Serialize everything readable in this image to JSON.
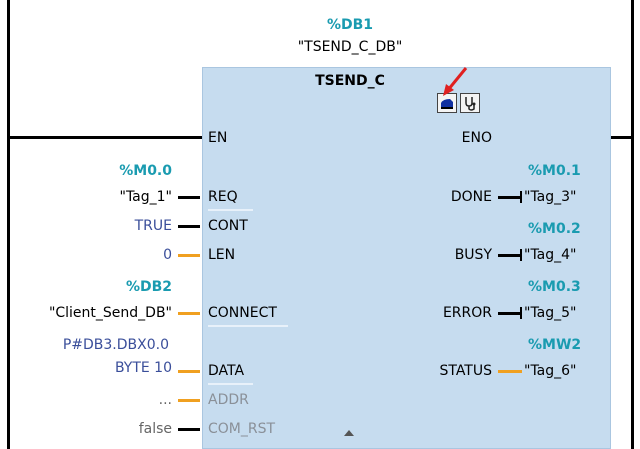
{
  "instance": {
    "address": "%DB1",
    "name": "\"TSEND_C_DB\""
  },
  "block": {
    "title": "TSEND_C",
    "icons": [
      "block-load-icon",
      "diagnostics-stethoscope-icon"
    ]
  },
  "colors": {
    "address": "#1a9bb0",
    "constant": "#3a4e9a",
    "block_bg": "#c6dcef",
    "wire_orange": "#f0a020"
  },
  "inputs": [
    {
      "pin": "EN"
    },
    {
      "pin": "REQ",
      "address": "%M0.0",
      "tag": "\"Tag_1\""
    },
    {
      "pin": "CONT",
      "value": "TRUE"
    },
    {
      "pin": "LEN",
      "value": "0"
    },
    {
      "pin": "CONNECT",
      "address": "%DB2",
      "tag": "\"Client_Send_DB\""
    },
    {
      "pin": "DATA",
      "value_line1": "P#DB3.DBX0.0",
      "value_line2": "BYTE 10"
    },
    {
      "pin": "ADDR",
      "value": "..."
    },
    {
      "pin": "COM_RST",
      "value": "false"
    }
  ],
  "outputs": [
    {
      "pin": "ENO"
    },
    {
      "pin": "DONE",
      "address": "%M0.1",
      "tag": "\"Tag_3\""
    },
    {
      "pin": "BUSY",
      "address": "%M0.2",
      "tag": "\"Tag_4\""
    },
    {
      "pin": "ERROR",
      "address": "%M0.3",
      "tag": "\"Tag_5\""
    },
    {
      "pin": "STATUS",
      "address": "%MW2",
      "tag": "\"Tag_6\""
    }
  ]
}
